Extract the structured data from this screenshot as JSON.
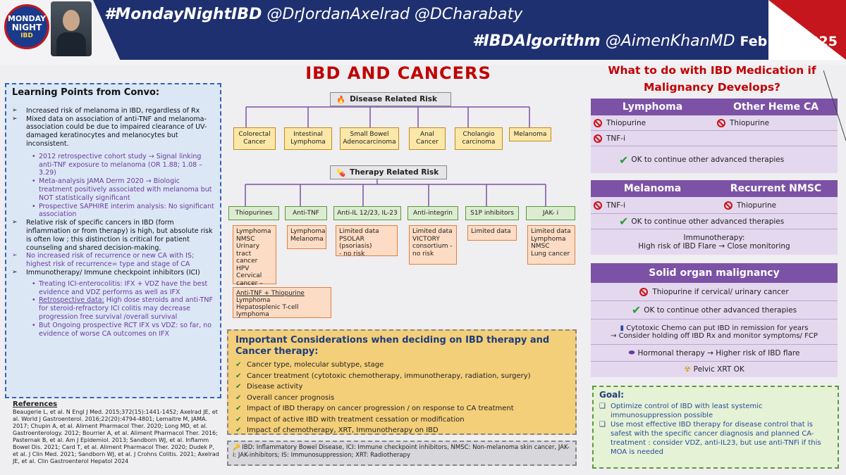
{
  "header": {
    "logo_top": "MONDAY",
    "logo_mid": "NIGHT",
    "logo_bottom": "IBD",
    "hashtag1": "#MondayNightIBD",
    "handles1": "@DrJordanAxelrad @DCharabaty",
    "hashtag2": "#IBDAlgorithm",
    "handles2": "@AimenKhanMD",
    "date": "Feb 05, 2025"
  },
  "learning": {
    "title": "Learning Points from Convo:",
    "p1": "Increased risk of melanoma in IBD, regardless of Rx",
    "p2": "Mixed data on association of anti-TNF and melanoma- association could be due to impaired clearance of UV-damaged keratinocytes and melanocytes but inconsistent.",
    "s1": "2012 retrospective cohort study → Signal linking anti-TNF exposure to melanoma (OR 1.88; 1.08 – 3.29)",
    "s2": "Meta-analysis JAMA Derm 2020 → Biologic treatment positively associated with melanoma but NOT statistically significant",
    "s3": "Prospective SAPHIRE interim analysis: No significant association",
    "p3": "Relative risk of specific cancers in IBD (form inflammation or from therapy) is high, but absolute risk is often low ; this distinction is critical for patient counseling and shared decision-making.",
    "p4": "No increased risk of recurrence or new CA with IS; highest risk of recurrence= type and stage of CA",
    "p5": "Immunotherapy/ Immune checkpoint inhibitors (ICI)",
    "s4": "Treating ICI-enterocolitis: IFX + VDZ have the best evidence and VDZ performs as well as IFX",
    "s5_u": "Retrospective data:",
    "s5": " High dose steroids and anti-TNF for steroid-refractory ICI colitis may decrease progression free survival /overall survival",
    "s6": "But Ongoing prospective RCT IFX vs VDZ: so far, no evidence of worse CA outcomes on IFX"
  },
  "references": {
    "title": "References",
    "text": "Beaugerie L, et al. N Engl J Med. 2015;372(15):1441-1452; Axelrad JE, et al. World J Gastroenterol. 2016;22(20):4794-4801; Lemaitre M, JAMA. 2017; Chupin A, et al. Aliment Pharmacol Ther. 2020; Long MD, et al. Gastroenterology. 2012; Bourrier A, et al. Aliment Pharmacol Ther. 2016; Pasternak B, et al. Am J Epidemiol. 2013; Sandborn WJ, et al. Inflamm Bowel Dis. 2021; Card T, et al. Aliment Pharmacol Ther. 2020; Dudek P, et al. J Clin Med. 2021; Sandborn WJ, et al. J Crohns Colitis. 2021; Axelrad JE, et al. Clin Gastroenterol Hepatol 2024"
  },
  "center": {
    "title": "IBD AND CANCERS",
    "disease_header": "Disease Related Risk",
    "disease_items": [
      "Colorectal Cancer",
      "Intestinal Lymphoma",
      "Small Bowel Adenocarcinoma",
      "Anal Cancer",
      "Cholangio carcinoma",
      "Melanoma"
    ],
    "therapy_header": "Therapy Related Risk",
    "therapies": [
      "Thiopurines",
      "Anti-TNF",
      "Anti-IL 12/23, IL-23",
      "Anti-integrin",
      "S1P inhibitors",
      "JAK- i"
    ],
    "risks": [
      "Lymphoma\nNMSC\nUrinary tract cancer\nHPV Cervical cancer –\nmixed data",
      "Lymphoma\nMelanoma",
      "Limited data\nPSOLAR (psoriasis)\n- no risk",
      "Limited data\nVICTORY consortium -\nno risk",
      "Limited data",
      "Limited data\nLymphoma\nNMSC\nLung cancer"
    ],
    "combo_title": "Anti-TNF + Thiopurine",
    "combo_text": "Lymphoma\nHepatosplenic T-cell lymphoma"
  },
  "considerations": {
    "title": "Important Considerations when deciding on IBD therapy and Cancer therapy:",
    "items": [
      "Cancer type, molecular subtype, stage",
      "Cancer treatment (cytotoxic chemotherapy, immunotherapy, radiation, surgery)",
      "Disease activity",
      "Overall cancer prognosis",
      "Impact of IBD therapy on cancer progression / on response to CA treatment",
      "Impact of active IBD with treatment cessation or modification",
      "Impact of chemotherapy, XRT, Immunotherapy on IBD"
    ]
  },
  "abbreviations": {
    "text": "IBD: Inflammatory Bowel Disease, ICI: Immune checkpoint inhibitors, NMSC: Non-melanoma skin cancer, JAK-i: JAK-inhibitors; IS: Immunosuppression; XRT: Radiotherapy"
  },
  "right": {
    "title": "What to do with IBD Medication if Malignancy Develops?",
    "box1": {
      "h1": "Lymphoma",
      "h2": "Other Heme CA",
      "r1a": "Thiopurine",
      "r1b": "Thiopurine",
      "r2": "TNF-i",
      "r3": "OK to continue other advanced therapies"
    },
    "box2": {
      "h1": "Melanoma",
      "h2": "Recurrent NMSC",
      "r1a": "TNF-i",
      "r1b": "Thiopurine",
      "r2": "OK to continue other advanced therapies",
      "r3a": "Immunotherapy:",
      "r3b": "High risk of IBD Flare → Close monitoring"
    },
    "box3": {
      "h": "Solid organ malignancy",
      "r1": "Thiopurine if cervical/ urinary cancer",
      "r2": "OK to continue other advanced therapies",
      "r3a": "Cytotoxic Chemo can put IBD in remission for years",
      "r3b": "→ Consider holding off IBD Rx and monitor symptoms/ FCP",
      "r4": "Hormonal therapy → Higher risk of IBD flare",
      "r5": "Pelvic XRT OK"
    },
    "goal": {
      "title": "Goal:",
      "g1": "Optimize control of IBD with least systemic immunosuppression possible",
      "g2": "Use most effective IBD therapy for disease control that is safest with the specific  cancer diagnosis and planned CA-treatment : consider VDZ, anti-IL23, but use anti-TNFi if this MOA is needed"
    }
  },
  "colors": {
    "banner": "#1f3070",
    "red": "#c00000",
    "purple": "#7c52a6"
  }
}
